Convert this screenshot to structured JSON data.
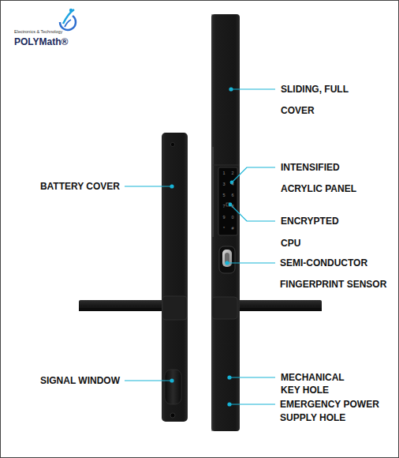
{
  "diagram": {
    "labels": [
      "Electronics & Technology",
      "POLYMath®",
      "SLIDING, FULL COVER",
      "BATTERY COVER",
      "INTENSIFIED ACRYLIC PANEL",
      "ENCRYPTED CPU",
      "SEMI-CONDUCTOR FINGERPRINT SENSOR",
      "SIGNAL WINDOW",
      "MECHANICAL KEY HOLE",
      "EMERGENCY POWER SUPPLY HOLE",
      "1",
      "2",
      "3",
      "4",
      "5",
      "6",
      "7",
      "8",
      "9",
      "0",
      "*",
      "#"
    ]
  }
}
